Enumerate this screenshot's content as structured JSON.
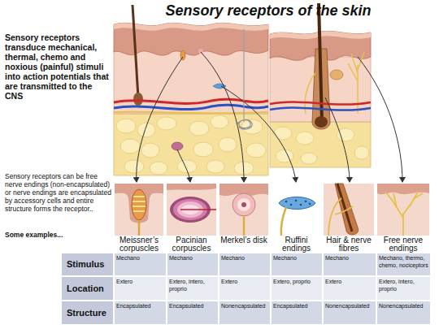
{
  "diagram": {
    "title": "Sensory receptors of the skin",
    "nodes": [
      {
        "text": [
          "Meissner’s corpuscles"
        ]
      },
      {
        "text": [
          "Pacinian corpuscles"
        ]
      },
      {
        "text": [
          "Merkel’s disk"
        ]
      },
      {
        "text": [
          "Ruffini endings"
        ]
      },
      {
        "text": [
          "Hair & nerve fibres"
        ]
      },
      {
        "text": [
          "Free nerve endings"
        ]
      }
    ],
    "labels": [
      "Sensory receptors transduce mechanical, thermal, chemo and noxious (painful) stimuli into action potentials that are transmitted to the CNS",
      "Sensory receptors can be free nerve endings (non-encapsulated) or nerve endings are encapsulated by accessory cells and entire structure forms the receptor..",
      "Some examples...",
      "Stimulus",
      "Mechano",
      "Mechano",
      "Mechano",
      "Mechano",
      "Mechano",
      "Mechano, thermo, chemo, nociceptors",
      "Location",
      "Extero",
      "Extero, intero, proprio",
      "Extero",
      "Extero, proprio",
      "Extero",
      "Extero, intero, proprio",
      "Structure",
      "Encapsulated",
      "Encapsulated",
      "Nonencapsulated",
      "Encapsulated",
      "Nonencapsulated",
      "Nonencapsulated"
    ]
  }
}
